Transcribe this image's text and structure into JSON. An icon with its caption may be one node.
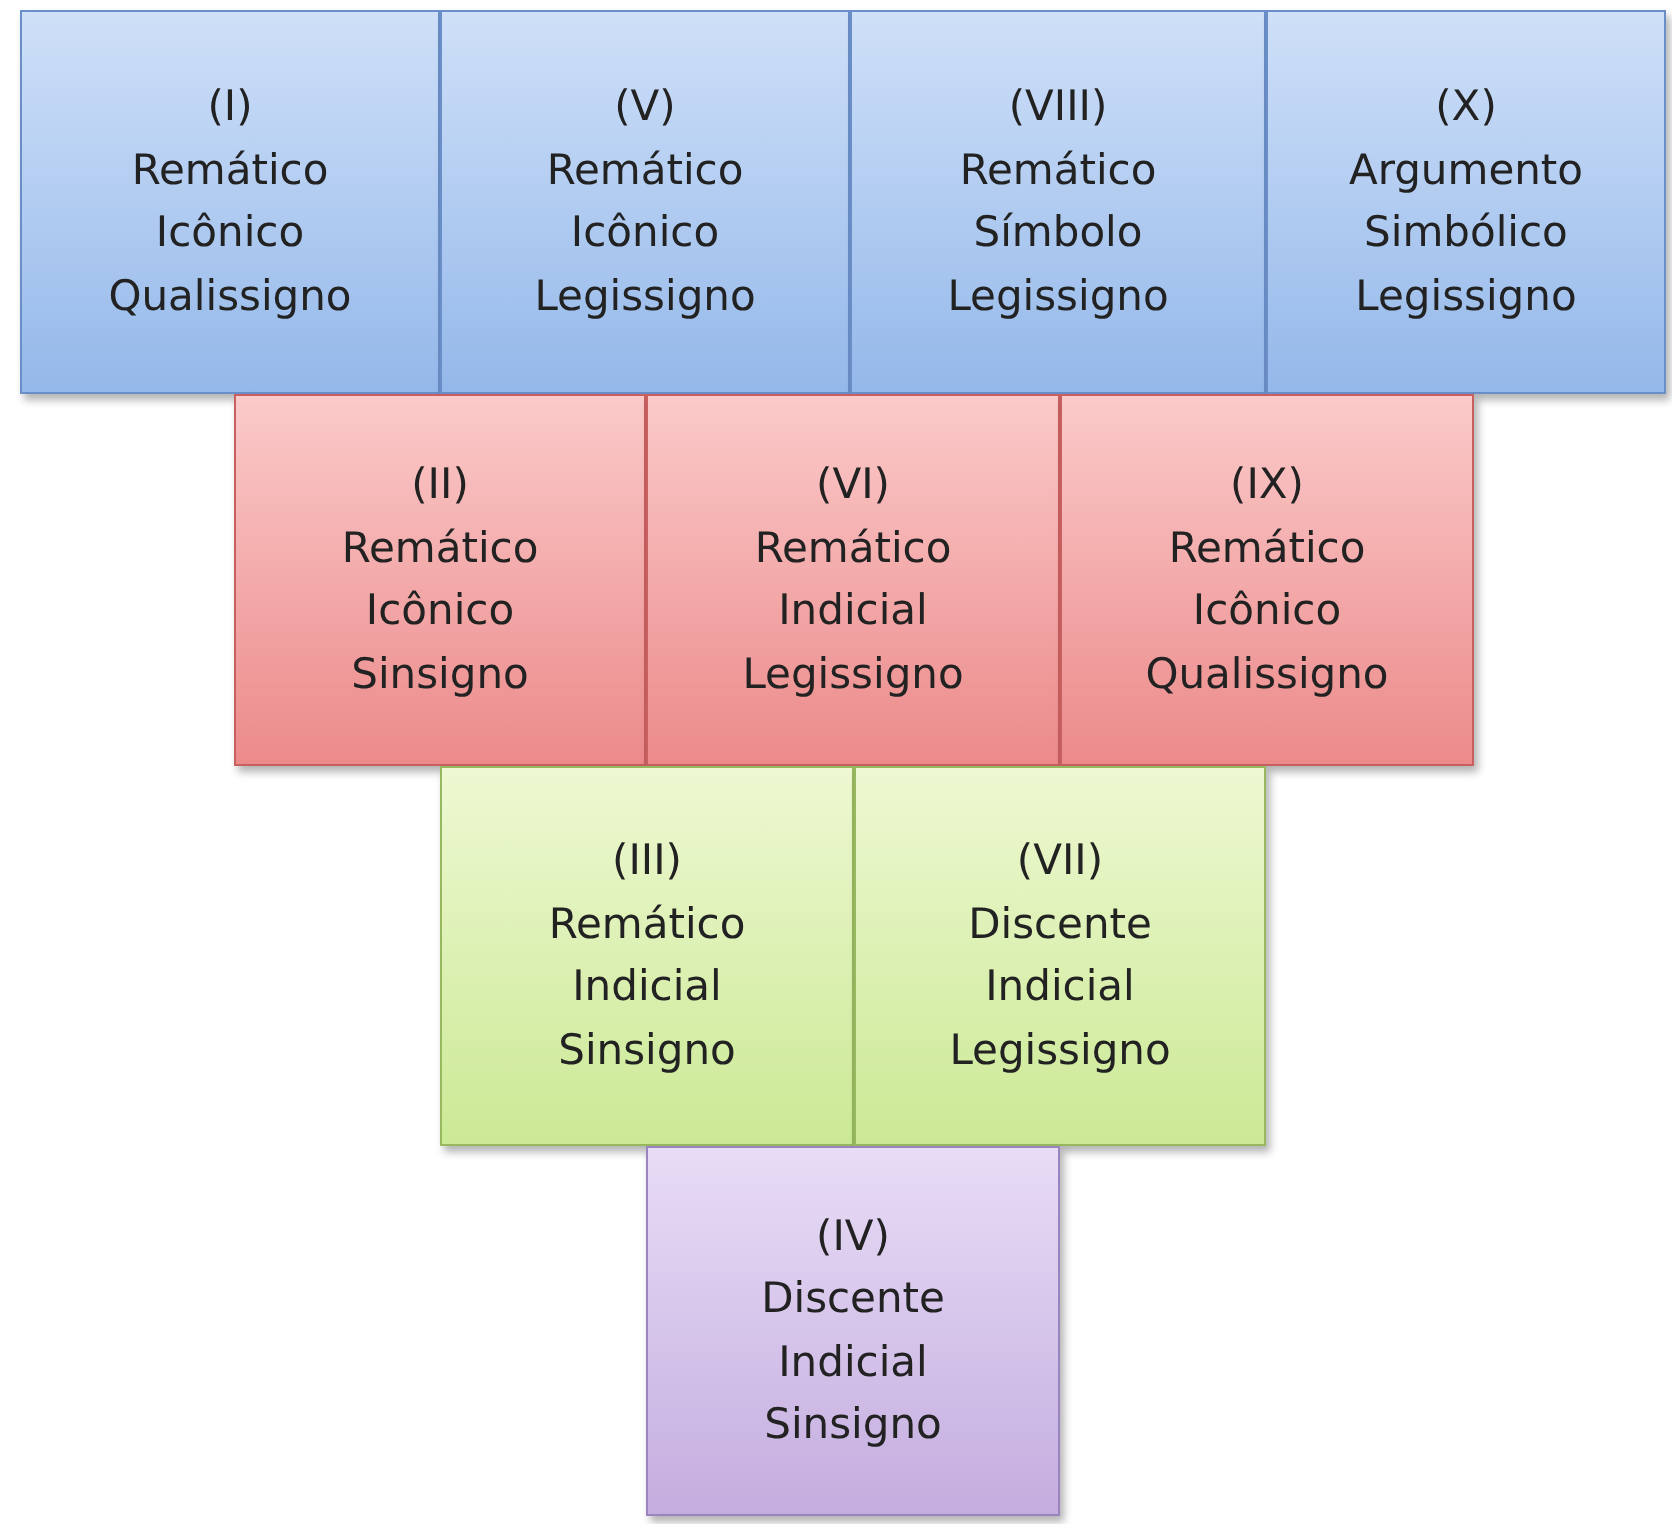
{
  "diagram": {
    "nodes": [
      {
        "text": [
          "(I)",
          "Remático Icônico Qualissigno"
        ]
      },
      {
        "text": [
          "(V)",
          "Remático Icônico Legissigno"
        ]
      },
      {
        "text": [
          "(VIII)",
          "Remático Símbolo Legissigno"
        ]
      },
      {
        "text": [
          "(X)",
          "Argumento Simbólico Legissigno"
        ]
      },
      {
        "text": [
          "(II)",
          "Remático Icônico Sinsigno"
        ]
      },
      {
        "text": [
          "(VI)",
          "Remático Indicial Legissigno"
        ]
      },
      {
        "text": [
          "(IX)",
          "Remático Icônico Qualissigno"
        ]
      },
      {
        "text": [
          "(III)",
          "Remático Indicial Sinsigno"
        ]
      },
      {
        "text": [
          "(VII)",
          "Discente Indicial Legissigno"
        ]
      },
      {
        "text": [
          "(IV)",
          "Discente Indicial Sinsigno"
        ]
      }
    ]
  }
}
